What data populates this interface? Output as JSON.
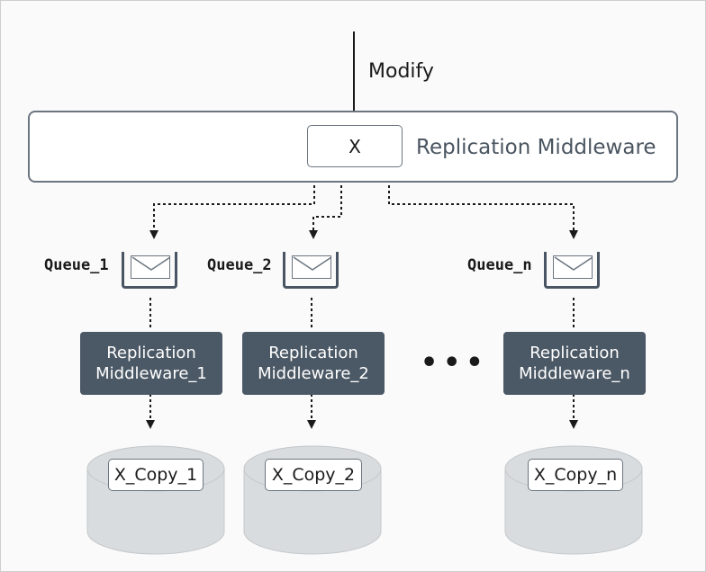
{
  "input_label": "Modify",
  "main": {
    "label": "Replication Middleware",
    "item": "X"
  },
  "queues": [
    {
      "label": "Queue_1",
      "middleware_line1": "Replication",
      "middleware_line2": "Middleware_1",
      "copy": "X_Copy_1"
    },
    {
      "label": "Queue_2",
      "middleware_line1": "Replication",
      "middleware_line2": "Middleware_2",
      "copy": "X_Copy_2"
    },
    {
      "label": "Queue_n",
      "middleware_line1": "Replication",
      "middleware_line2": "Middleware_n",
      "copy": "X_Copy_n"
    }
  ],
  "ellipsis": "•••",
  "colors": {
    "dark_box": "#4b5865",
    "border": "#6b7580",
    "database": "#d9dcde",
    "arrow": "#1a1a1a"
  },
  "icons": {
    "queue_message": "envelope-icon",
    "storage": "database-cylinder-icon"
  }
}
